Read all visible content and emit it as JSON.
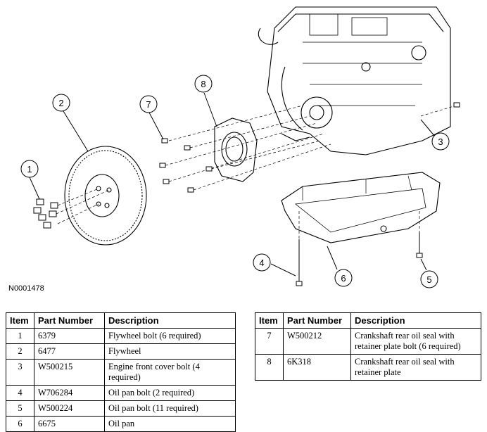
{
  "figure_id": "N0001478",
  "callouts": [
    "1",
    "2",
    "3",
    "4",
    "5",
    "6",
    "7",
    "8"
  ],
  "table_headers": {
    "item": "Item",
    "part_number": "Part Number",
    "description": "Description"
  },
  "table_left": [
    {
      "item": "1",
      "part_number": "6379",
      "description": "Flywheel bolt (6 required)"
    },
    {
      "item": "2",
      "part_number": "6477",
      "description": "Flywheel"
    },
    {
      "item": "3",
      "part_number": "W500215",
      "description": "Engine front cover bolt (4 required)"
    },
    {
      "item": "4",
      "part_number": "W706284",
      "description": "Oil pan bolt (2 required)"
    },
    {
      "item": "5",
      "part_number": "W500224",
      "description": "Oil pan bolt (11 required)"
    },
    {
      "item": "6",
      "part_number": "6675",
      "description": "Oil pan"
    }
  ],
  "table_right": [
    {
      "item": "7",
      "part_number": "W500212",
      "description": "Crankshaft rear oil seal with retainer plate bolt (6 required)"
    },
    {
      "item": "8",
      "part_number": "6K318",
      "description": "Crankshaft rear oil seal with retainer plate"
    }
  ]
}
